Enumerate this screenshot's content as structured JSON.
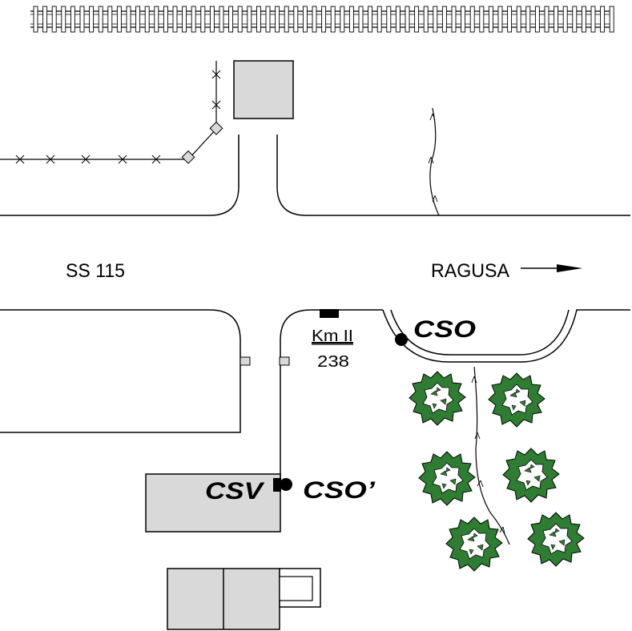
{
  "road_label": "SS 115",
  "direction_label": "RAGUSA",
  "km_marker": {
    "line1": "Km II",
    "line2": "238"
  },
  "stations": {
    "cso": "CSO",
    "cso_prime": "CSO’",
    "csv": "CSV"
  },
  "colors": {
    "background": "#ffffff",
    "building": "#d9d9d9",
    "tree_leaf": "#2e7d32",
    "line": "#000000"
  },
  "icons": [
    "railway-track-icon",
    "fence-icon",
    "tree-icon",
    "arrow-right-icon",
    "station-dot-icon"
  ]
}
